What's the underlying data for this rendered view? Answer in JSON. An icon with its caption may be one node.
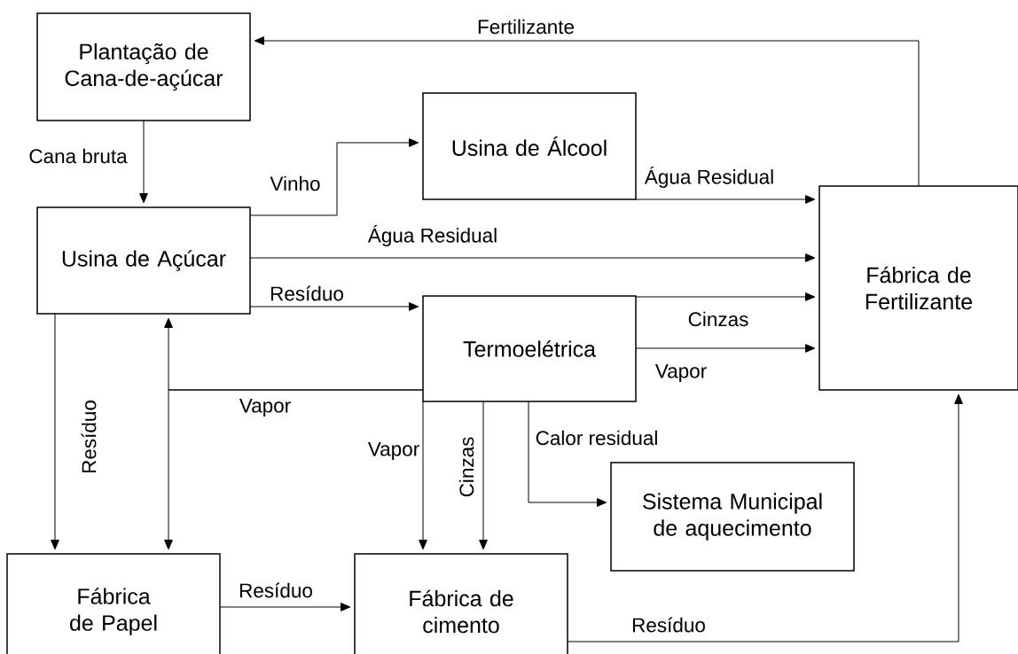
{
  "diagram": {
    "nodes": [
      {
        "text": [
          "Plantação de Cana-de-açúcar"
        ]
      },
      {
        "text": [
          "Usina de Álcool"
        ]
      },
      {
        "text": [
          "Usina de Açúcar"
        ]
      },
      {
        "text": [
          "Fábrica de Fertilizante"
        ]
      },
      {
        "text": [
          "Termoelétrica"
        ]
      },
      {
        "text": [
          "Sistema Municipal de aquecimento"
        ]
      },
      {
        "text": [
          "Fábrica de Papel"
        ]
      },
      {
        "text": [
          "Fábrica de cimento"
        ]
      }
    ],
    "edges": [
      {
        "from": 3,
        "to": 0,
        "arrow": "to",
        "label": "Fertilizante"
      },
      {
        "from": 0,
        "to": 2,
        "arrow": "to",
        "label": "Cana bruta"
      },
      {
        "from": 2,
        "to": 1,
        "arrow": "to",
        "label": "Vinho"
      },
      {
        "from": 1,
        "to": 3,
        "arrow": "to",
        "label": "Água Residual"
      },
      {
        "from": 2,
        "to": 3,
        "arrow": "to",
        "label": "Água Residual"
      },
      {
        "from": 2,
        "to": 4,
        "arrow": "to",
        "label": "Resíduo"
      },
      {
        "from": 4,
        "to": 3,
        "arrow": "to",
        "label": "Cinzas"
      },
      {
        "from": 4,
        "to": 3,
        "arrow": "to",
        "label": "Vapor"
      },
      {
        "from": 2,
        "to": 6,
        "arrow": "to",
        "label": "Resíduo"
      },
      {
        "from": 4,
        "to": 2,
        "arrow": "to",
        "label": "Vapor"
      },
      {
        "from": 4,
        "to": 6,
        "arrow": "to"
      },
      {
        "from": 4,
        "to": 7,
        "arrow": "to",
        "label": "Vapor"
      },
      {
        "from": 4,
        "to": 7,
        "arrow": "to",
        "label": "Cinzas"
      },
      {
        "from": 4,
        "to": 5,
        "arrow": "to",
        "label": "Calor residual"
      },
      {
        "from": 6,
        "to": 7,
        "arrow": "to",
        "label": "Resíduo"
      },
      {
        "from": 7,
        "to": 3,
        "arrow": "to",
        "label": "Resíduo"
      }
    ]
  }
}
